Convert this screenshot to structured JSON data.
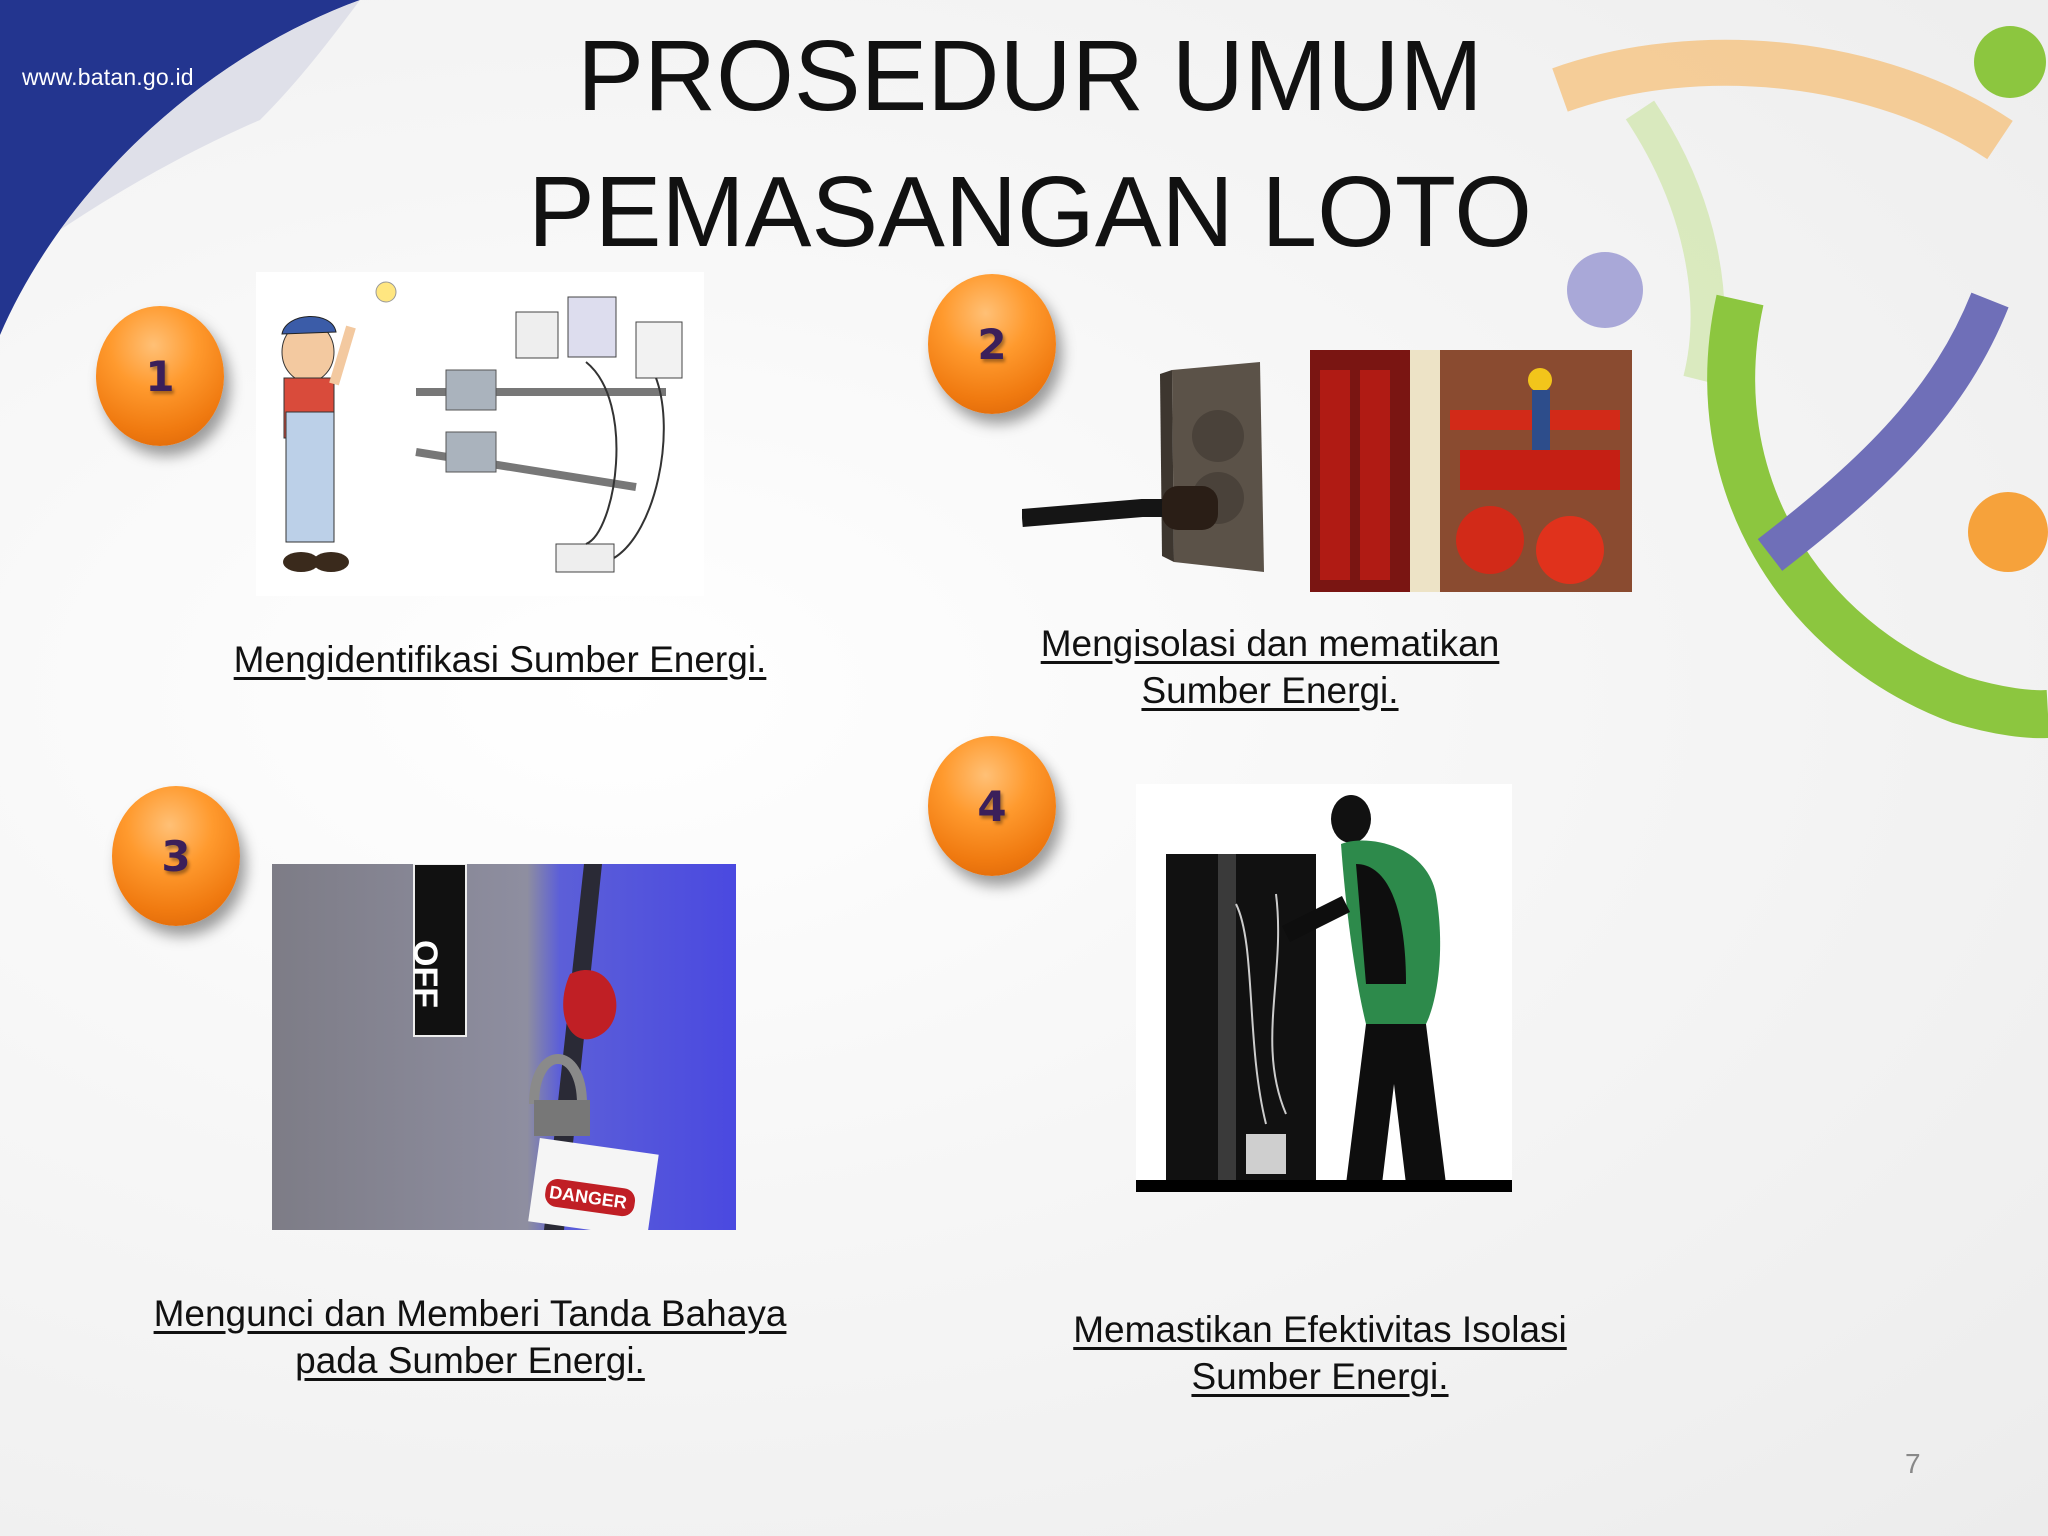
{
  "slide": {
    "url": "www.batan.go.id",
    "title_line1": "PROSEDUR UMUM",
    "title_line2": "PEMASANGAN LOTO",
    "page_number": "7"
  },
  "steps": [
    {
      "number": "1",
      "caption_line1": "Mengidentifikasi Sumber Energi.",
      "caption_line2": ""
    },
    {
      "number": "2",
      "caption_line1": "Mengisolasi dan mematikan",
      "caption_line2": "Sumber Energi."
    },
    {
      "number": "3",
      "caption_line1": "Mengunci dan Memberi Tanda Bahaya",
      "caption_line2": "pada Sumber Energi."
    },
    {
      "number": "4",
      "caption_line1": "Memastikan Efektivitas Isolasi",
      "caption_line2": "Sumber Energi."
    }
  ],
  "images": {
    "off_label": "OFF",
    "danger_label": "DANGER"
  },
  "colors": {
    "brand_blue": "#23358f",
    "badge_orange": "#f07a10",
    "badge_number": "#3b1f5a",
    "deco_green": "#8cc63f",
    "deco_orange": "#f6a23b",
    "deco_purple": "#6f6fb8"
  }
}
